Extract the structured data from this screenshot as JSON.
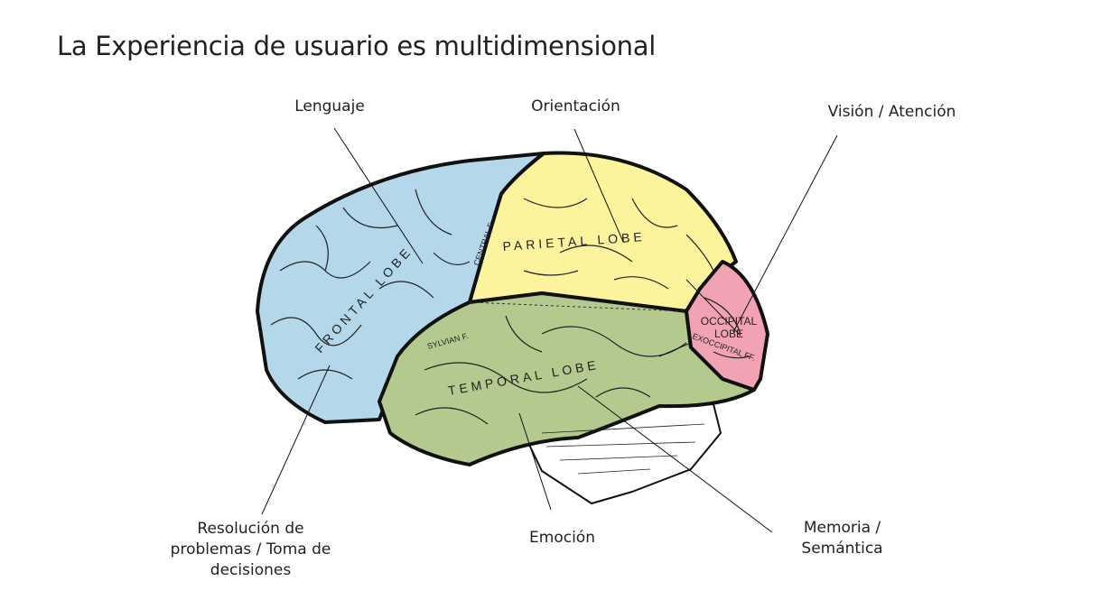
{
  "slide": {
    "title": "La Experiencia de usuario es multidimensional"
  },
  "callouts": {
    "lenguaje": "Lenguaje",
    "orientacion": "Orientación",
    "vision": "Visión / Atención",
    "resolucion_1": "Resolución de",
    "resolucion_2": "problemas / Toma de",
    "resolucion_3": "decisiones",
    "emocion": "Emoción",
    "memoria_1": "Memoria /",
    "memoria_2": "Semántica"
  },
  "brain": {
    "frontal": "FRONTAL LOBE",
    "parietal": "PARIETAL LOBE",
    "temporal": "TEMPORAL LOBE",
    "occipital_1": "OCCIPITAL",
    "occipital_2": "LOBE",
    "central": "CENTRAL F.",
    "sylvian": "SYLVIAN F.",
    "exoccipital": "EXOCCIPITAL FF.",
    "colors": {
      "frontal": "#b4d7ea",
      "parietal": "#fbf49c",
      "temporal": "#b3c98e",
      "occipital": "#f2a3b3"
    }
  }
}
